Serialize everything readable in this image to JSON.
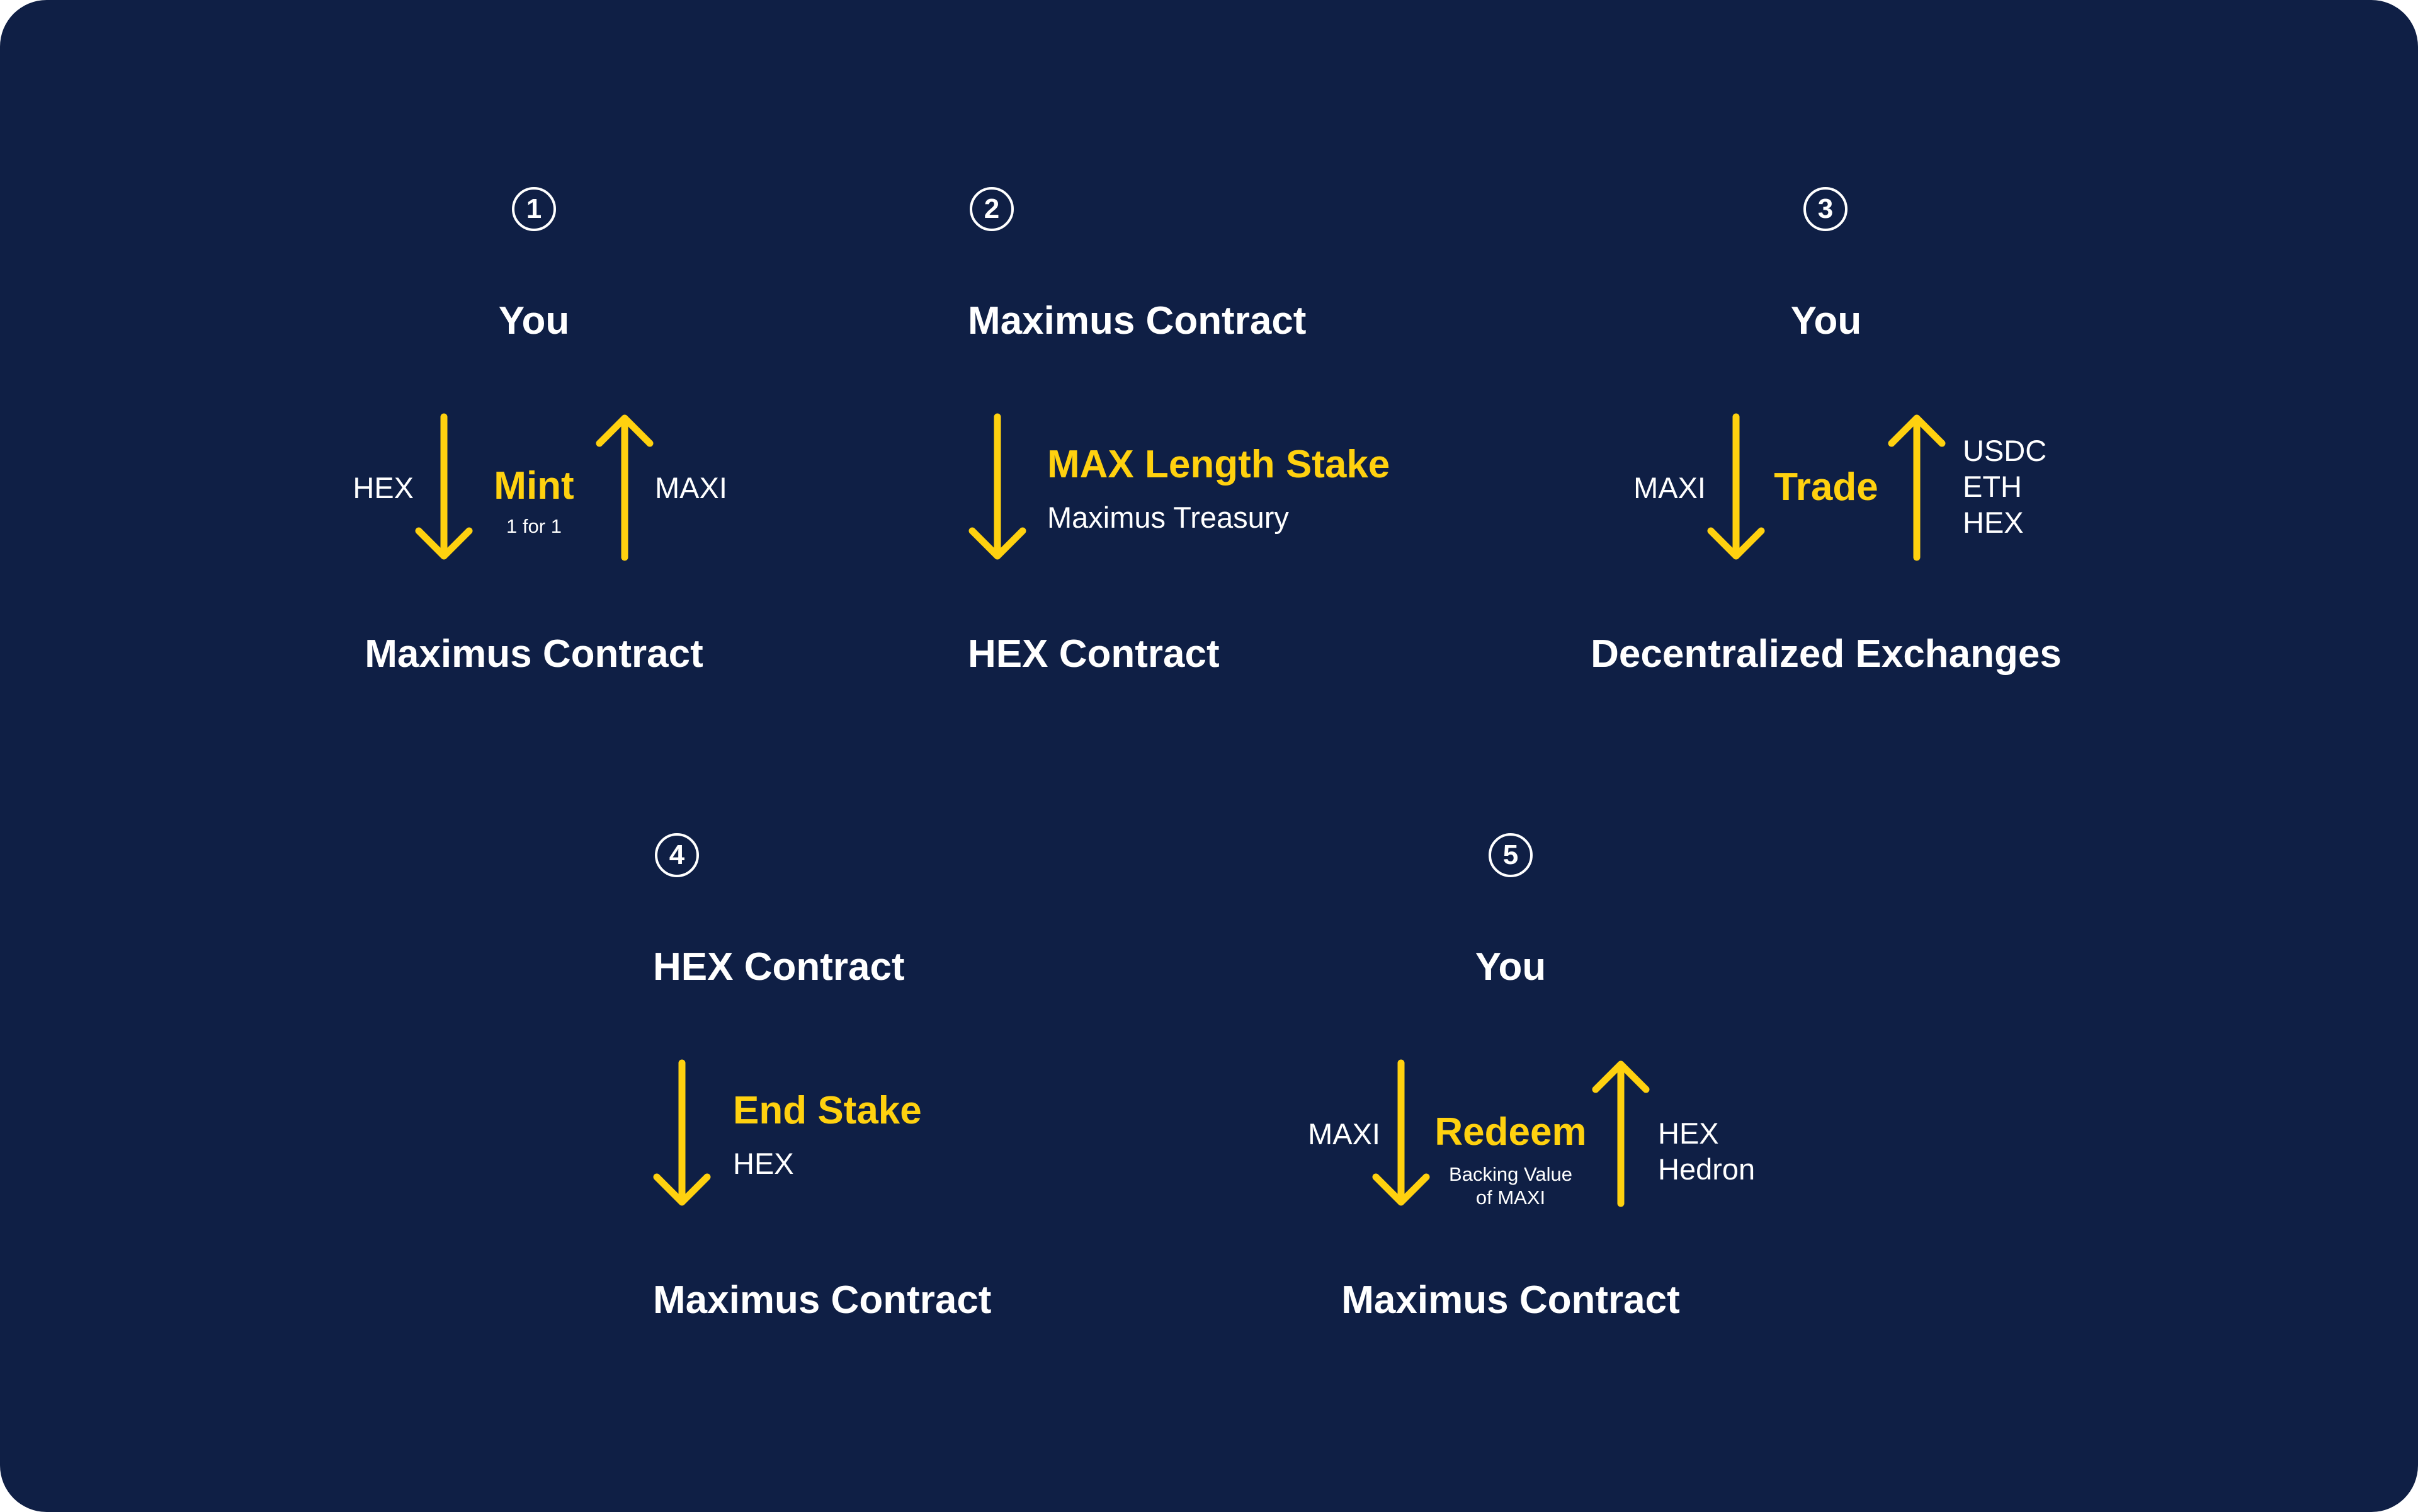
{
  "colors": {
    "background": "#0f1f45",
    "accent": "#ffd10f",
    "text": "#ffffff"
  },
  "steps": [
    {
      "number": "1",
      "top": "You",
      "bottom": "Maximus Contract",
      "action": "Mint",
      "action_sub": "1 for 1",
      "down_label": "HEX",
      "up_label": "MAXI"
    },
    {
      "number": "2",
      "top": "Maximus Contract",
      "bottom": "HEX Contract",
      "action": "MAX Length Stake",
      "action_sub": "Maximus Treasury"
    },
    {
      "number": "3",
      "top": "You",
      "bottom": "Decentralized Exchanges",
      "action": "Trade",
      "down_label": "MAXI",
      "up_labels": [
        "USDC",
        "ETH",
        "HEX"
      ]
    },
    {
      "number": "4",
      "top": "HEX Contract",
      "bottom": "Maximus Contract",
      "action": "End Stake",
      "action_sub": "HEX"
    },
    {
      "number": "5",
      "top": "You",
      "bottom": "Maximus Contract",
      "action": "Redeem",
      "action_sub_lines": [
        "Backing Value",
        "of MAXI"
      ],
      "down_label": "MAXI",
      "up_labels": [
        "HEX",
        "Hedron"
      ]
    }
  ]
}
